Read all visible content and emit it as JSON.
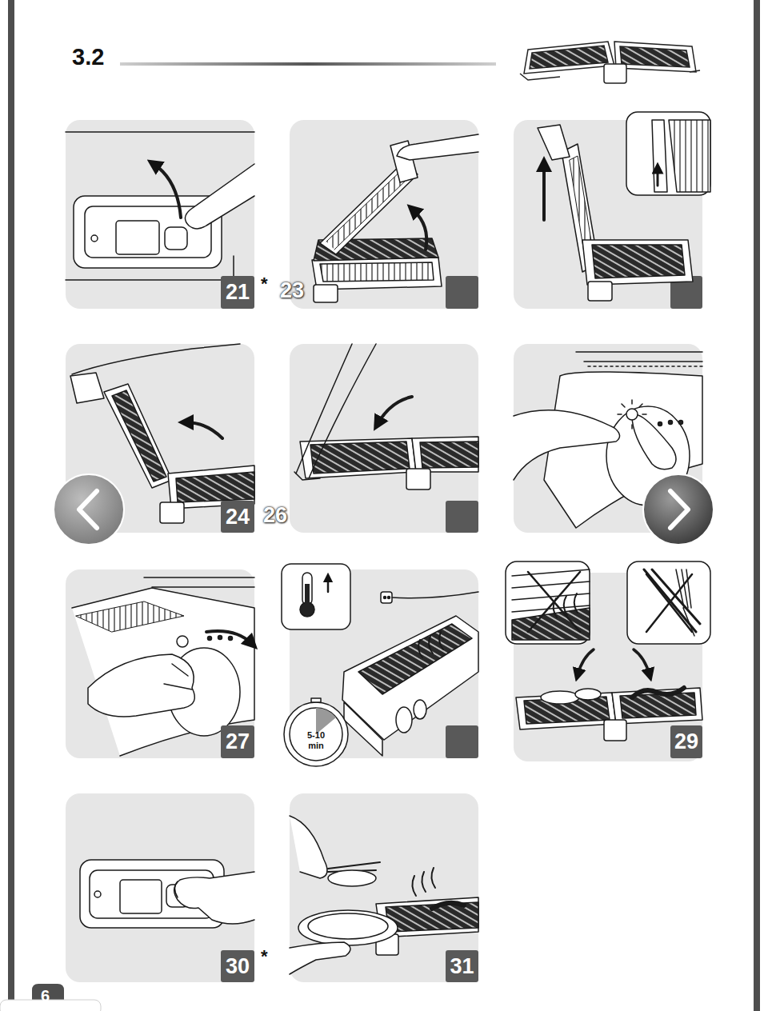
{
  "diagram": {
    "title": "3.2",
    "labels": [
      "21",
      "*",
      "23",
      "24",
      "26",
      "27",
      "5-10",
      "min",
      "29",
      "30",
      "*",
      "31",
      "6"
    ]
  }
}
